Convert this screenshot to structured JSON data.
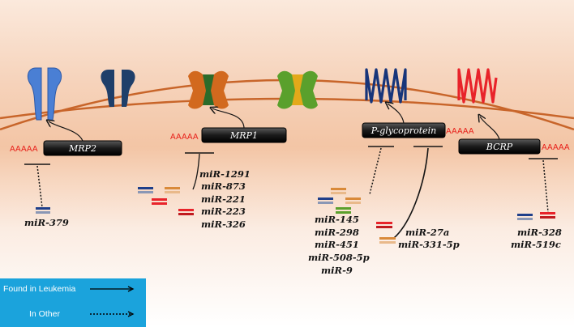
{
  "genes": {
    "mrp2": "MRP2",
    "mrp1": "MRP1",
    "pgp": "P-glycoprotein",
    "bcrp": "BCRP"
  },
  "polyA": "AAAAA",
  "mirnas": {
    "mrp2": [
      "miR-379"
    ],
    "mrp1": [
      "miR-1291",
      "miR-873",
      "miR-221",
      "miR-223",
      "miR-326"
    ],
    "pgp_other": [
      "miR-145",
      "miR-298",
      "miR-451",
      "miR-508-5p",
      "miR-9"
    ],
    "pgp_leukemia": [
      "miR-27a",
      "miR-331-5p"
    ],
    "bcrp": [
      "miR-328",
      "miR-519c"
    ]
  },
  "legend": {
    "leukemia": "Found in Leukemia",
    "other": "In Other"
  },
  "colors": {
    "mrp2_transporter": "#4a7fd4",
    "dark_transporter": "#1f3f6a",
    "mrp1_transporter_outer": "#d2691e",
    "mrp1_transporter_inner": "#2c6b2a",
    "green_transporter_outer": "#5aa02c",
    "green_transporter_inner": "#e3a91a",
    "pgp_transporter": "#17357a",
    "bcrp_transporter": "#e8232a",
    "membrane": "#c8652a",
    "polyA": "#e8201a",
    "legend_bg": "#1ba3dc"
  }
}
